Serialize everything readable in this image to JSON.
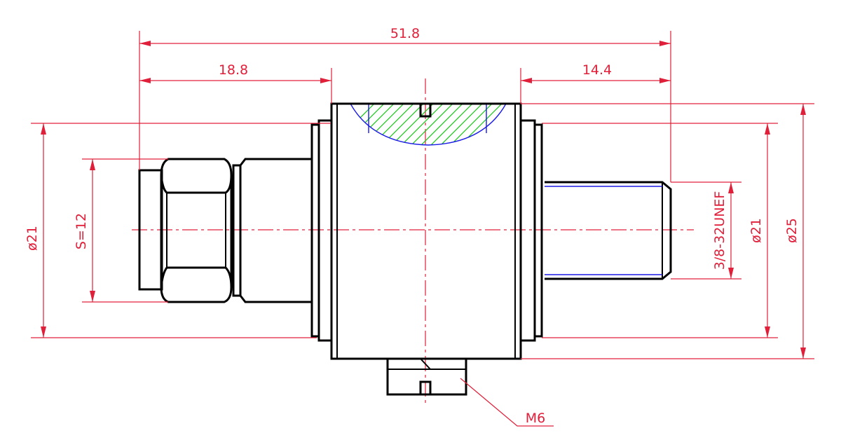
{
  "colors": {
    "object_line": "#000000",
    "dimension": "#e0203a",
    "thread": "#1a1ae6",
    "hatch": "#19c419",
    "background": "#ffffff"
  },
  "dimensions": {
    "overall_length": "51.8",
    "left_length": "18.8",
    "right_length": "14.4",
    "left_diameter": "ø21",
    "hex_size": "S=12",
    "thread_spec": "3/8-32UNEF",
    "right_diameter": "ø21",
    "body_diameter": "ø25",
    "screw_callout": "M6"
  }
}
